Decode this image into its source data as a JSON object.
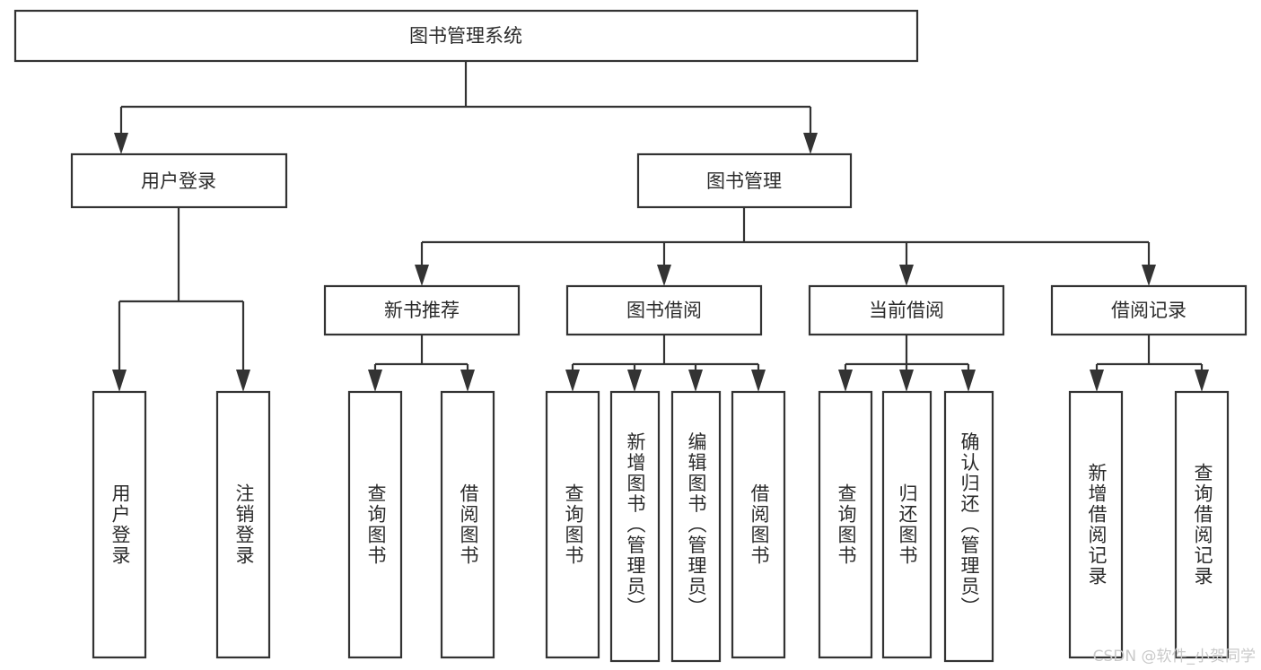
{
  "diagram": {
    "title": "图书管理系统",
    "type": "tree",
    "orientation": "top-down",
    "watermark": "CSDN @软件_小贺同学",
    "colors": {
      "box_fill": "#ffffff",
      "box_stroke": "#333333",
      "text": "#2b2b2b",
      "background": "#ffffff",
      "watermark": "#c9c9c9"
    },
    "nodes": {
      "root": {
        "id": "root",
        "label": "图书管理系统",
        "level": 1,
        "orientation": "horizontal"
      },
      "l2": [
        {
          "id": "user-login",
          "label": "用户登录",
          "level": 2,
          "orientation": "horizontal"
        },
        {
          "id": "book-manage",
          "label": "图书管理",
          "level": 2,
          "orientation": "horizontal"
        }
      ],
      "l3": [
        {
          "id": "new-book-rec",
          "label": "新书推荐",
          "level": 3,
          "orientation": "horizontal",
          "parent": "book-manage"
        },
        {
          "id": "book-borrow",
          "label": "图书借阅",
          "level": 3,
          "orientation": "horizontal",
          "parent": "book-manage"
        },
        {
          "id": "current-borrow",
          "label": "当前借阅",
          "level": 3,
          "orientation": "horizontal",
          "parent": "book-manage"
        },
        {
          "id": "borrow-record",
          "label": "借阅记录",
          "level": 3,
          "orientation": "horizontal",
          "parent": "book-manage"
        }
      ],
      "leaves": [
        {
          "id": "leaf-user-login",
          "label": "用户登录",
          "orientation": "vertical",
          "parent": "user-login"
        },
        {
          "id": "leaf-user-logout",
          "label": "注销登录",
          "orientation": "vertical",
          "parent": "user-login"
        },
        {
          "id": "leaf-query-book-1",
          "label": "查询图书",
          "orientation": "vertical",
          "parent": "new-book-rec"
        },
        {
          "id": "leaf-borrow-book-1",
          "label": "借阅图书",
          "orientation": "vertical",
          "parent": "new-book-rec"
        },
        {
          "id": "leaf-query-book-2",
          "label": "查询图书",
          "orientation": "vertical",
          "parent": "book-borrow"
        },
        {
          "id": "leaf-add-book",
          "label": "新增图书（管理员）",
          "orientation": "vertical",
          "parent": "book-borrow"
        },
        {
          "id": "leaf-edit-book",
          "label": "编辑图书（管理员）",
          "orientation": "vertical",
          "parent": "book-borrow"
        },
        {
          "id": "leaf-borrow-book-2",
          "label": "借阅图书",
          "orientation": "vertical",
          "parent": "book-borrow"
        },
        {
          "id": "leaf-query-book-3",
          "label": "查询图书",
          "orientation": "vertical",
          "parent": "current-borrow"
        },
        {
          "id": "leaf-return-book",
          "label": "归还图书",
          "orientation": "vertical",
          "parent": "current-borrow"
        },
        {
          "id": "leaf-confirm-return",
          "label": "确认归还（管理员）",
          "orientation": "vertical",
          "parent": "current-borrow"
        },
        {
          "id": "leaf-add-record",
          "label": "新增借阅记录",
          "orientation": "vertical",
          "parent": "borrow-record"
        },
        {
          "id": "leaf-query-record",
          "label": "查询借阅记录",
          "orientation": "vertical",
          "parent": "borrow-record"
        }
      ]
    }
  }
}
